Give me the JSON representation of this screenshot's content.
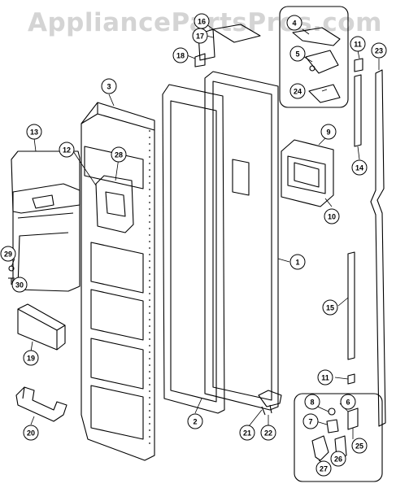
{
  "watermark": "AppliancePartsPros.com",
  "callouts": [
    {
      "id": "c1",
      "label": "1"
    },
    {
      "id": "c2",
      "label": "2"
    },
    {
      "id": "c3",
      "label": "3"
    },
    {
      "id": "c4",
      "label": "4"
    },
    {
      "id": "c5",
      "label": "5"
    },
    {
      "id": "c6",
      "label": "6"
    },
    {
      "id": "c7",
      "label": "7"
    },
    {
      "id": "c8",
      "label": "8"
    },
    {
      "id": "c9",
      "label": "9"
    },
    {
      "id": "c10",
      "label": "10"
    },
    {
      "id": "c11a",
      "label": "11"
    },
    {
      "id": "c11b",
      "label": "11"
    },
    {
      "id": "c12",
      "label": "12"
    },
    {
      "id": "c13",
      "label": "13"
    },
    {
      "id": "c14",
      "label": "14"
    },
    {
      "id": "c15",
      "label": "15"
    },
    {
      "id": "c16",
      "label": "16"
    },
    {
      "id": "c17",
      "label": "17"
    },
    {
      "id": "c18",
      "label": "18"
    },
    {
      "id": "c19",
      "label": "19"
    },
    {
      "id": "c20",
      "label": "20"
    },
    {
      "id": "c21",
      "label": "21"
    },
    {
      "id": "c22",
      "label": "22"
    },
    {
      "id": "c23",
      "label": "23"
    },
    {
      "id": "c24",
      "label": "24"
    },
    {
      "id": "c25",
      "label": "25"
    },
    {
      "id": "c26",
      "label": "26"
    },
    {
      "id": "c27",
      "label": "27"
    },
    {
      "id": "c28",
      "label": "28"
    },
    {
      "id": "c29",
      "label": "29"
    },
    {
      "id": "c30",
      "label": "30"
    }
  ]
}
